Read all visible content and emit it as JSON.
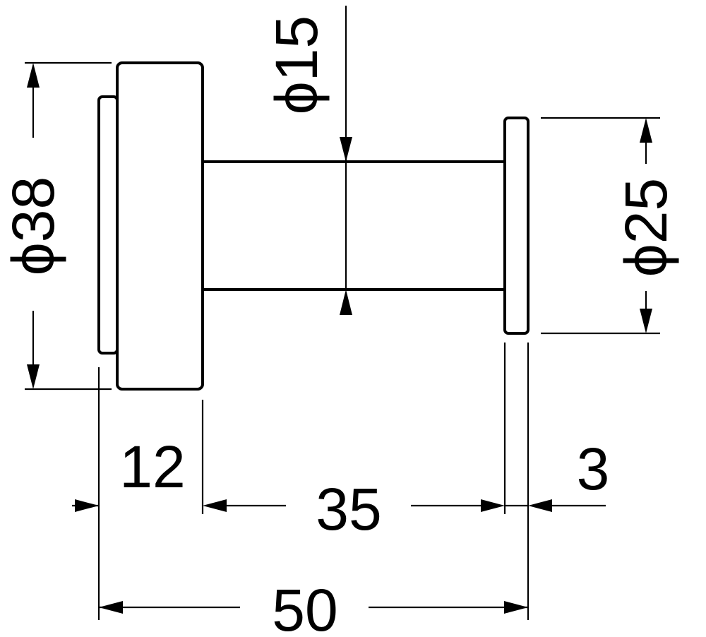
{
  "diagram": {
    "dimensions": {
      "flange_diameter": "ϕ38",
      "shaft_diameter": "ϕ15",
      "end_cap_diameter": "ϕ25",
      "flange_thickness": "12",
      "shaft_length": "35",
      "cap_thickness": "3",
      "overall_length": "50"
    },
    "colors": {
      "line": "#000000",
      "background": "#ffffff"
    }
  }
}
